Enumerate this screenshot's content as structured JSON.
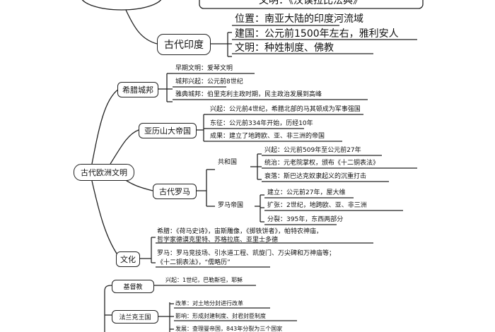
{
  "top": {
    "item1_text": "文明：《汉谟拉比法典》"
  },
  "india": {
    "label": "古代印度",
    "items": [
      {
        "prefix": "位置：",
        "text": "南亚大陆的印度河流域"
      },
      {
        "prefix": "建国：",
        "text": "公元前1500年左右，雅利安人"
      },
      {
        "prefix": "文明：",
        "text": "种姓制度、佛教"
      }
    ]
  },
  "europe": {
    "root_label": "古代欧洲文明",
    "greece": {
      "label": "希腊城邦",
      "items": [
        {
          "prefix": "早期文明：",
          "text": "爱琴文明"
        },
        {
          "prefix": "城邦兴起：",
          "text": "公元前8世纪"
        },
        {
          "prefix": "雅典城邦：",
          "text": "伯里克利主政时期，民主政治发展到高峰"
        }
      ]
    },
    "alexander": {
      "label": "亚历山大帝国",
      "items": [
        {
          "prefix": "兴起：",
          "text": "公元前4世纪，希腊北部的马其顿成为军事强国"
        },
        {
          "prefix": "东征：",
          "text": "公元前334年开始，历经10年"
        },
        {
          "prefix": "成果：",
          "text": "建立了地跨欧、亚、非三洲的帝国"
        }
      ]
    },
    "rome": {
      "label": "古代罗马",
      "republic": {
        "label": "共和国",
        "items": [
          {
            "prefix": "兴起：",
            "text": "公元前509年至公元前27年"
          },
          {
            "prefix": "统治：",
            "text": "元老院掌权，颁布《十二铜表法》"
          },
          {
            "prefix": "衰落：",
            "text": "斯巴达克奴隶起义的沉重打击"
          }
        ]
      },
      "empire": {
        "label": "罗马帝国",
        "items": [
          {
            "prefix": "建立：",
            "text": "公元前27年，屋大维"
          },
          {
            "prefix": "扩张：",
            "text": "2世纪，地跨欧、亚、非三洲"
          },
          {
            "prefix": "分裂：",
            "text": "395年，东西两部分"
          }
        ]
      }
    },
    "culture": {
      "label": "文化",
      "greek_line1": "希腊：《荷马史诗》，宙斯雕像，《掷铁饼者》，帕特农神庙，",
      "greek_line2": "哲学家德谟克里特、苏格拉底、亚里士多德",
      "roman_line1": "罗马：罗马竞技场、引水道工程、凯旋门、万尖碑和万神庙等；",
      "roman_line2": "《十二铜表法》，“儒略历”"
    }
  },
  "medieval": {
    "christianity": {
      "label": "基督教",
      "text": "兴起：1世纪，巴勒斯坦，耶稣"
    },
    "frankish": {
      "label": "法兰克王国",
      "items": [
        {
          "text": "改革：对土地分封进行改革"
        },
        {
          "text": "影响：形成封建制度、封君封臣制度"
        },
        {
          "text": "发展：查理曼帝国，843年分裂为三个国家"
        }
      ]
    }
  }
}
